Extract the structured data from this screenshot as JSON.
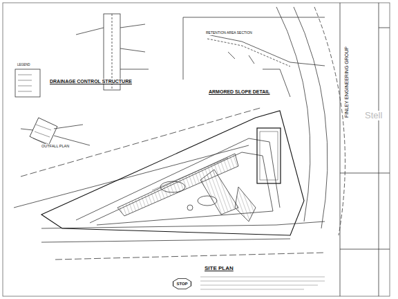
{
  "diagram": {
    "nodes": [
      {
        "text": [
          "STOP"
        ]
      }
    ],
    "labels": [
      "DRAINAGE CONTROL STRUCTURE",
      "OUTFALL PLAN",
      "ARMORED SLOPE DETAIL",
      "RETENTION AREA SECTION",
      "SITE PLAN",
      "FINLEY ENGINEERING GROUP",
      "LEGEND",
      "Stell"
    ]
  }
}
